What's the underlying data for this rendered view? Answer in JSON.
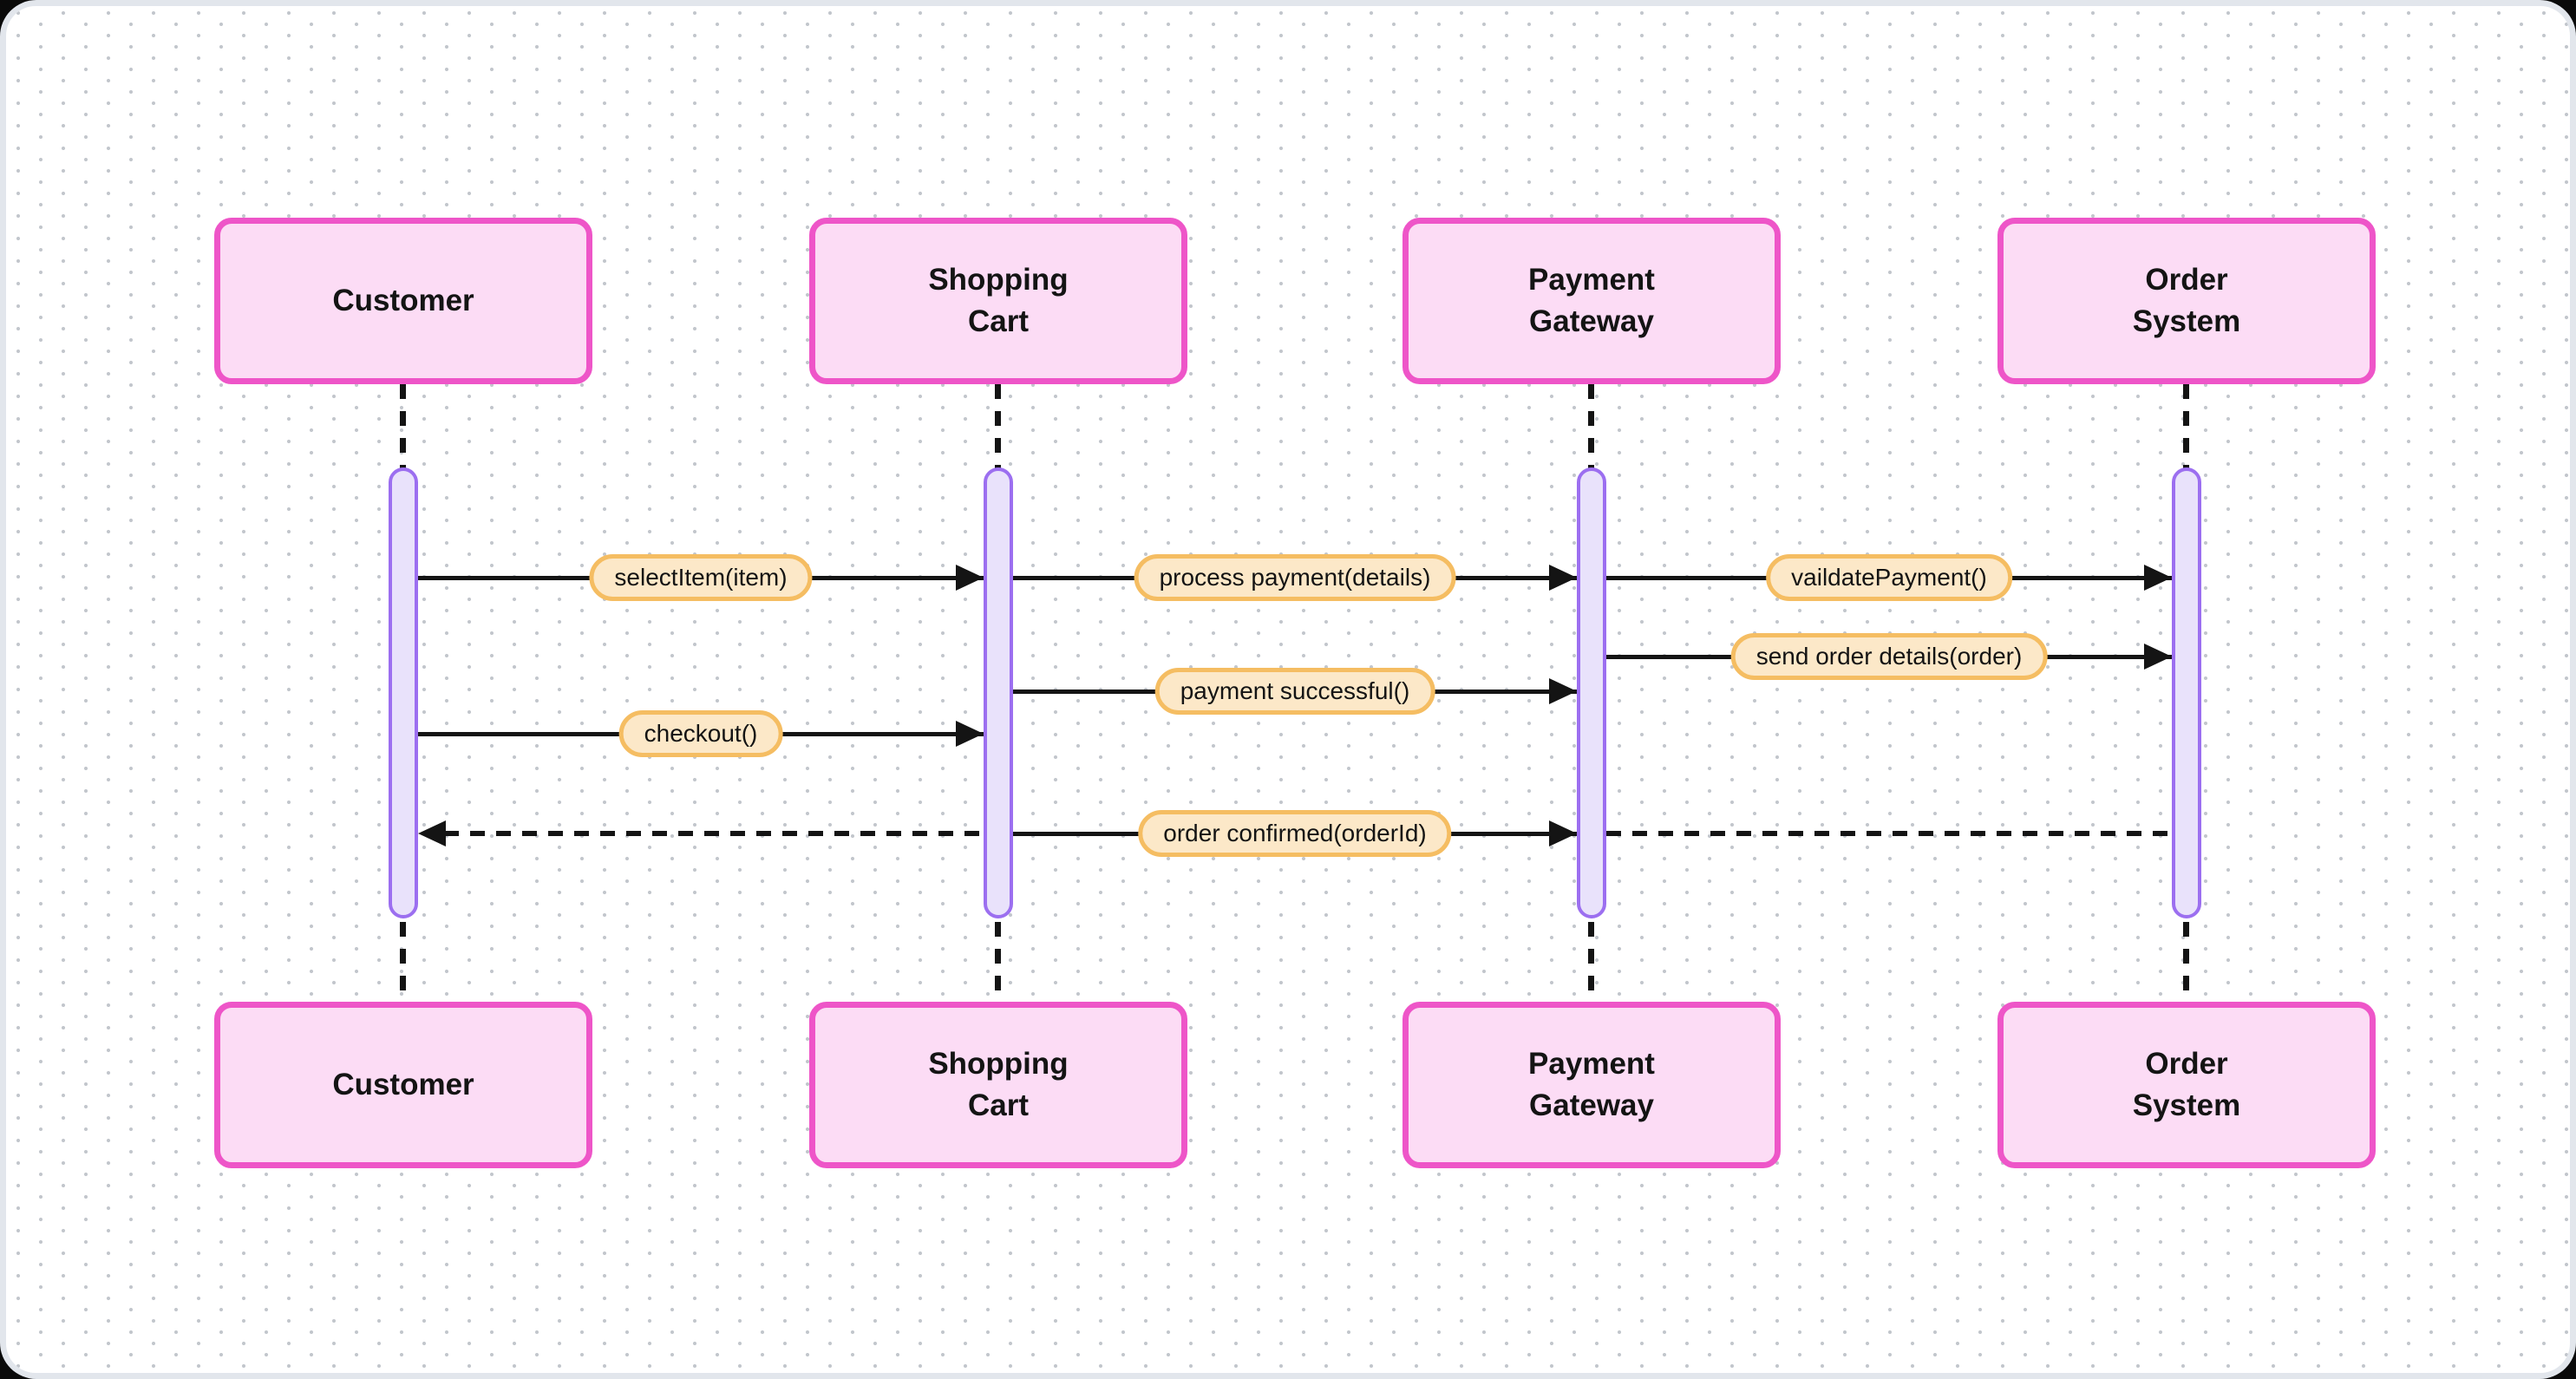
{
  "diagram": {
    "type": "sequence-diagram",
    "actors": [
      {
        "id": "customer",
        "label": "Customer"
      },
      {
        "id": "shopping-cart",
        "label": "Shopping\nCart"
      },
      {
        "id": "payment-gateway",
        "label": "Payment\nGateway"
      },
      {
        "id": "order-system",
        "label": "Order\nSystem"
      }
    ],
    "messages": [
      {
        "label": "selectItem(item)",
        "from": "Customer",
        "to": "Shopping Cart",
        "line": "solid",
        "arrow": "right"
      },
      {
        "label": "process payment(details)",
        "from": "Shopping Cart",
        "to": "Payment Gateway",
        "line": "solid",
        "arrow": "right"
      },
      {
        "label": "vaildatePayment()",
        "from": "Payment Gateway",
        "to": "Order System",
        "line": "solid",
        "arrow": "right"
      },
      {
        "label": "send order details(order)",
        "from": "Payment Gateway",
        "to": "Order System",
        "line": "solid",
        "arrow": "right"
      },
      {
        "label": "payment successful()",
        "from": "Shopping Cart",
        "to": "Payment Gateway",
        "line": "solid",
        "arrow": "right"
      },
      {
        "label": "checkout()",
        "from": "Customer",
        "to": "Shopping Cart",
        "line": "solid",
        "arrow": "right"
      },
      {
        "label": "",
        "from": "Shopping Cart",
        "to": "Customer",
        "line": "dashed",
        "arrow": "left"
      },
      {
        "label": "order confirmed(orderId)",
        "from": "Shopping Cart",
        "to": "Payment Gateway",
        "line": "solid",
        "arrow": "right"
      },
      {
        "label": "",
        "from": "Order System",
        "to": "Payment Gateway",
        "line": "dashed",
        "arrow": "none"
      }
    ],
    "colors": {
      "actor_fill": "#fcdcf5",
      "actor_border": "#ee55c8",
      "activation_fill": "#e9e2fb",
      "activation_border": "#9c6ff0",
      "label_fill": "#fce8c8",
      "label_border": "#f5bd62",
      "line": "#141414",
      "text": "#141414",
      "canvas_bg": "#ffffff",
      "dot": "#c2c6cc",
      "rim": "#e2e6ec"
    }
  }
}
